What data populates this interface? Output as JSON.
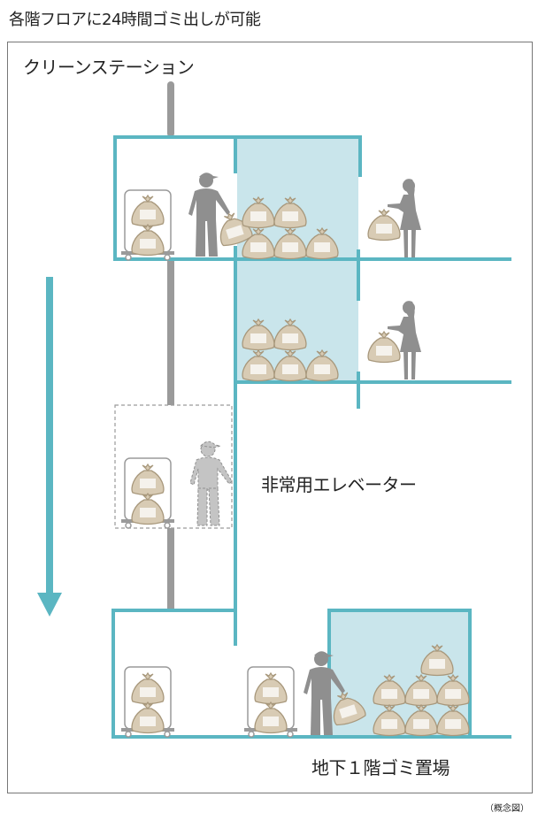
{
  "title": "各階フロアに24時間ゴミ出しが可能",
  "labels": {
    "clean_station": "クリーンステーション",
    "emergency_elevator": "非常用エレベーター",
    "basement_garbage": "地下１階ゴミ置場"
  },
  "note": "（概念図）",
  "colors": {
    "wall": "#5bb6c2",
    "room_fill": "#c9e5eb",
    "pole": "#9a9a9a",
    "bag": "#d8cbb4",
    "person": "#8f8f8f"
  }
}
